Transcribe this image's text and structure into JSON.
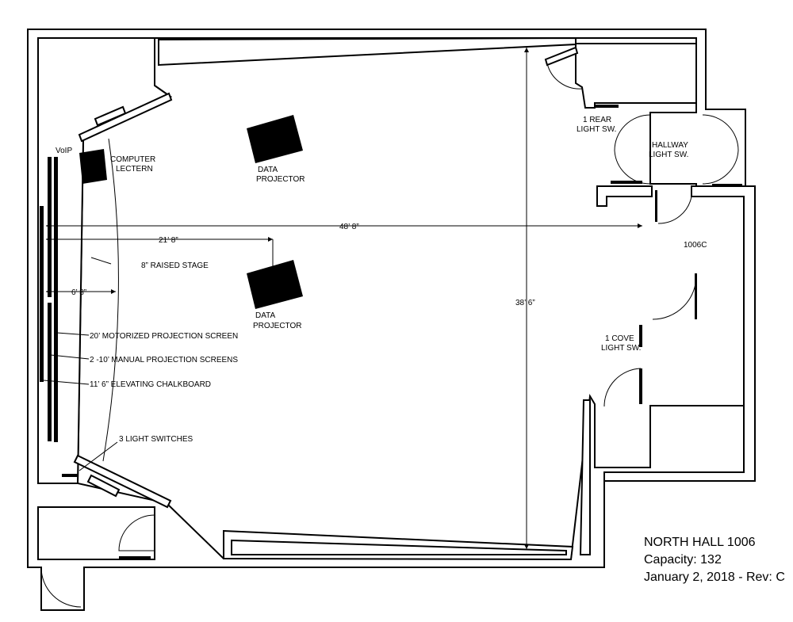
{
  "labels": {
    "voip": "VoIP",
    "computer_lectern_1": "COMPUTER",
    "computer_lectern_2": "LECTERN",
    "projector_top_1": "DATA",
    "projector_top_2": "PROJECTOR",
    "projector_mid_1": "DATA",
    "projector_mid_2": "PROJECTOR",
    "raised_stage": "8” RAISED STAGE",
    "motorized_screen": "20’ MOTORIZED PROJECTION SCREEN",
    "manual_screens": "2 -10’ MANUAL PROJECTION SCREENS",
    "chalkboard": "11’ 6” ELEVATING CHALKBOARD",
    "light_switches": "3 LIGHT SWITCHES",
    "rear_light_1": "1 REAR",
    "rear_light_2": "LIGHT SW.",
    "hallway_light_1": "HALLWAY",
    "hallway_light_2": "LIGHT SW.",
    "cove_light_1": "1 COVE",
    "cove_light_2": "LIGHT SW.",
    "room_1006c": "1006C"
  },
  "dimensions": {
    "width_total": "48’ 8”",
    "to_projector": "21’ 8”",
    "stage_depth": "6’ 8”",
    "depth": "38’ 6”"
  },
  "info": {
    "room": "NORTH HALL 1006",
    "capacity": "Capacity: 132",
    "date": "January 2, 2018 - Rev: C"
  }
}
